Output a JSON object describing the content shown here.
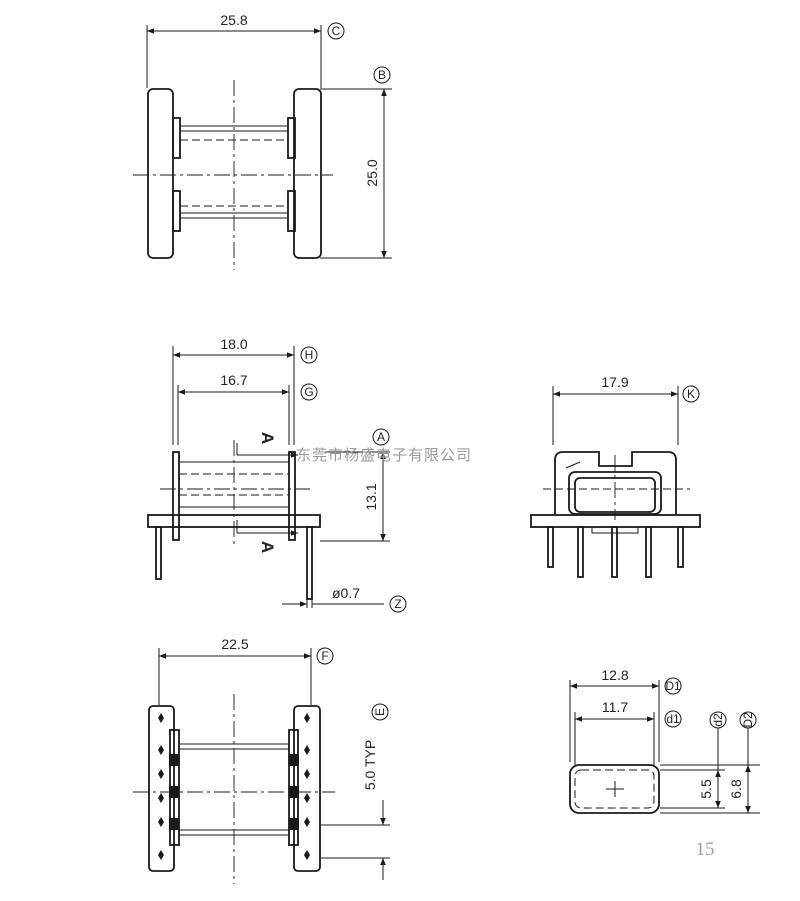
{
  "top_view": {
    "width_label": "25.8",
    "width_ref": "C",
    "height_label": "25.0",
    "height_ref": "B"
  },
  "front_view": {
    "outer_label": "18.0",
    "outer_ref": "H",
    "inner_label": "16.7",
    "inner_ref": "G",
    "height_label": "13.1",
    "height_ref": "A",
    "section_mark": "A",
    "pin_label": "ø0.7",
    "pin_ref": "Z"
  },
  "side_view": {
    "width_label": "17.9",
    "width_ref": "K"
  },
  "bottom_view": {
    "width_label": "22.5",
    "width_ref": "F",
    "pitch_label": "5.0 TYP",
    "pitch_ref": "E"
  },
  "section_view": {
    "outer_w_label": "12.8",
    "outer_w_ref": "D1",
    "inner_w_label": "11.7",
    "inner_w_ref": "d1",
    "inner_h_label": "5.5",
    "inner_h_ref": "d2",
    "outer_h_label": "6.8",
    "outer_h_ref": "D2"
  },
  "watermark": "东莞市杨盛电子有限公司",
  "page_number": "15",
  "colors": {
    "line": "#1a1a1a",
    "watermark": "#9a9a9a"
  }
}
